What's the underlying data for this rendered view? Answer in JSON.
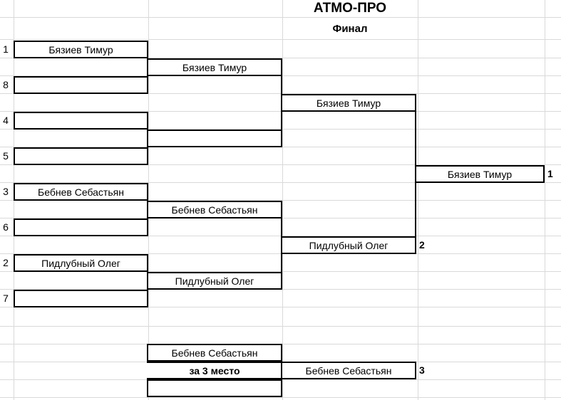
{
  "header": {
    "tournament_title": "АТМО-ПРО",
    "stage_label": "Финал"
  },
  "bracket": {
    "round1": {
      "seeds": [
        "1",
        "8",
        "4",
        "5",
        "3",
        "6",
        "2",
        "7"
      ],
      "slots": [
        {
          "seed": "1",
          "name": "Бязиев Тимур"
        },
        {
          "seed": "8",
          "name": ""
        },
        {
          "seed": "4",
          "name": ""
        },
        {
          "seed": "5",
          "name": ""
        },
        {
          "seed": "3",
          "name": "Бебнев Себастьян"
        },
        {
          "seed": "6",
          "name": ""
        },
        {
          "seed": "2",
          "name": "Пидлубный Олег"
        },
        {
          "seed": "7",
          "name": ""
        }
      ]
    },
    "round2": {
      "slots": [
        {
          "name": "Бязиев Тимур"
        },
        {
          "name": ""
        },
        {
          "name": "Бебнев Себастьян"
        },
        {
          "name": "Пидлубный Олег"
        }
      ]
    },
    "semifinals": {
      "slots": [
        {
          "name": "Бязиев Тимур",
          "rank": ""
        },
        {
          "name": "Пидлубный Олег",
          "rank": "2"
        }
      ]
    },
    "final": {
      "slots": [
        {
          "name": "Бязиев Тимур",
          "rank": "1"
        }
      ]
    },
    "third_place": {
      "caption": "за 3 место",
      "slots": [
        {
          "name": "Бебнев Себастьян"
        },
        {
          "name": ""
        }
      ],
      "winner": {
        "name": "Бебнев Себастьян",
        "rank": "3"
      }
    }
  }
}
